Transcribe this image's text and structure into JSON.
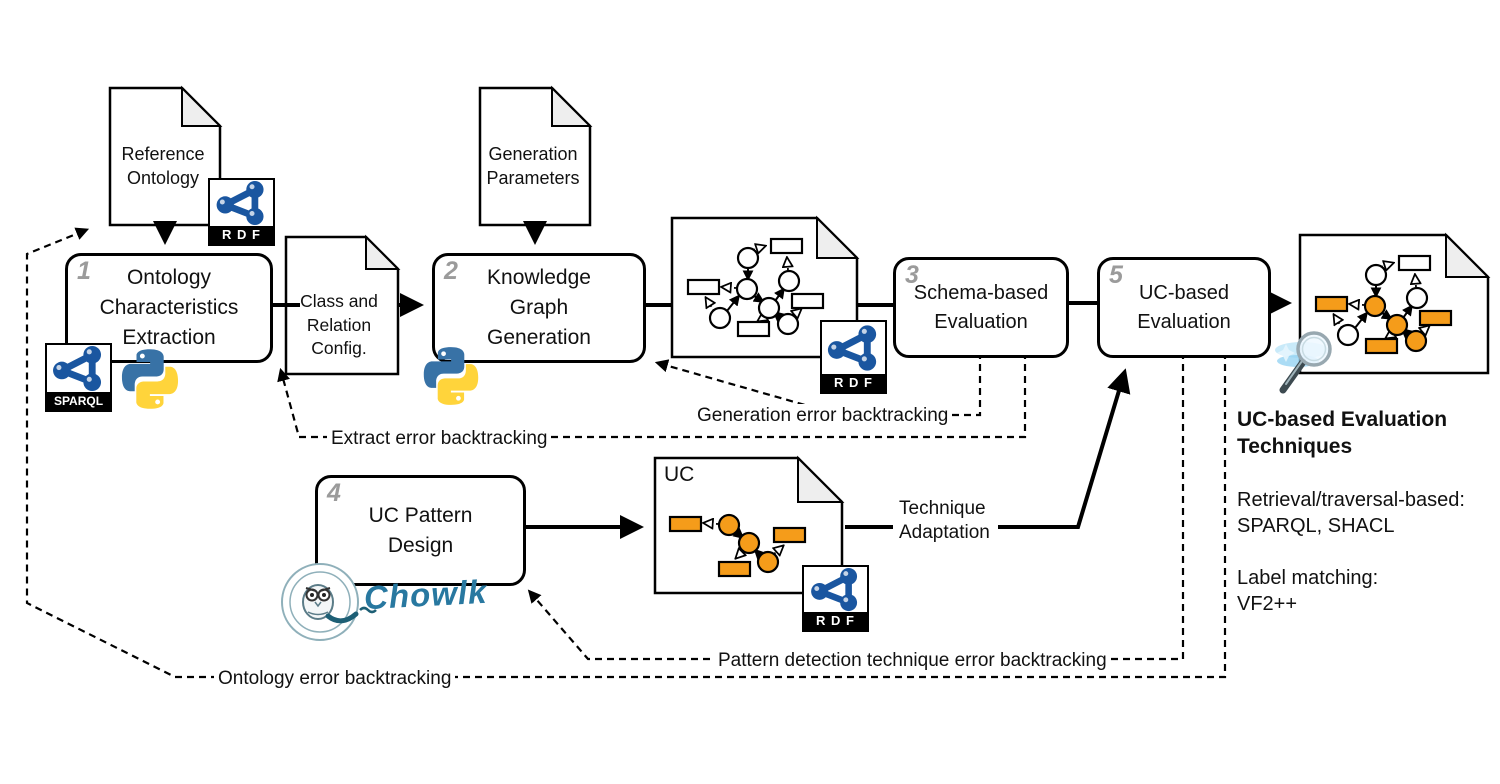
{
  "steps": [
    {
      "num": "1",
      "label": "Ontology\nCharacteristics\nExtraction"
    },
    {
      "num": "2",
      "label": "Knowledge\nGraph\nGeneration"
    },
    {
      "num": "3",
      "label": "Schema-based\nEvaluation"
    },
    {
      "num": "4",
      "label": "UC Pattern\nDesign"
    },
    {
      "num": "5",
      "label": "UC-based\nEvaluation"
    }
  ],
  "documents": {
    "reference_ontology": "Reference\nOntology",
    "generation_parameters": "Generation\nParameters",
    "class_relation_config": "Class and\nRelation\nConfig.",
    "uc_doc_label": "UC"
  },
  "edge_labels": {
    "extract": "Extract error backtracking",
    "generation": "Generation error backtracking",
    "ontology": "Ontology error backtracking",
    "pattern": "Pattern detection technique error backtracking",
    "technique": "Technique\nAdaptation"
  },
  "logos": {
    "sparql": "SPARQL",
    "rdf": "R D F",
    "chowlk": "Chowlk"
  },
  "sidebar": {
    "title": "UC-based Evaluation\nTechniques",
    "retrieval_heading": "Retrieval/traversal-based:",
    "retrieval_value": "SPARQL, SHACL",
    "label_heading": "Label matching:",
    "label_value": "VF2++"
  },
  "colors": {
    "highlight_orange": "#F59C1A",
    "rdf_blue": "#1A56A0",
    "python_blue": "#3872A6",
    "python_yellow": "#FFD43B",
    "chowlk_teal": "#2878A0",
    "step_number_gray": "#9B9B9B"
  }
}
